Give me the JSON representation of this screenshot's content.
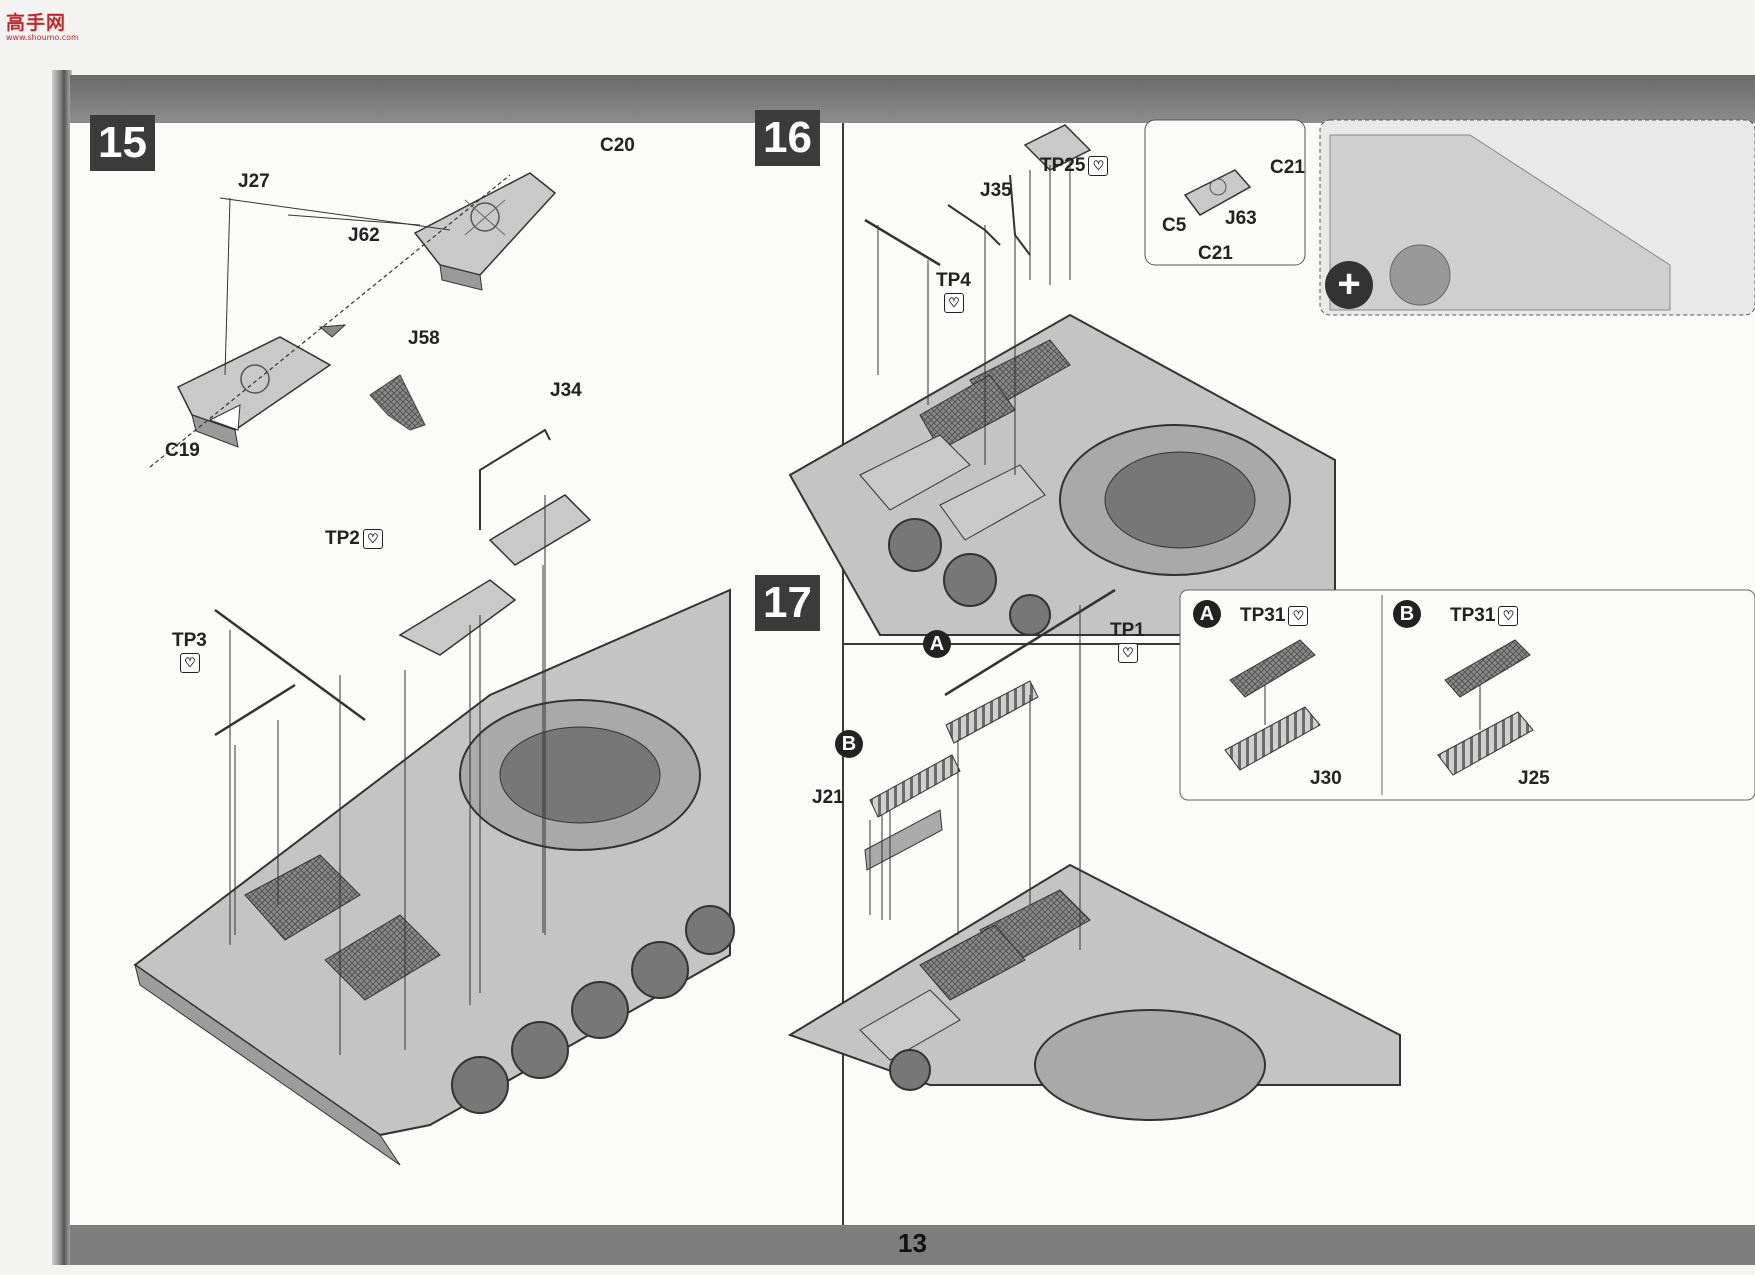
{
  "watermark": {
    "title": "高手网",
    "url": "www.shoumo.com"
  },
  "page_number": "13",
  "steps": [
    {
      "number": "15",
      "labels": [
        "C20",
        "J27",
        "J62",
        "J58",
        "C19",
        "J34",
        "TP2",
        "TP3"
      ]
    },
    {
      "number": "16",
      "labels": [
        "TP25",
        "J35",
        "J63",
        "TP4",
        "C21",
        "C5",
        "C21"
      ]
    },
    {
      "number": "17",
      "labels": [
        "TP1",
        "J21",
        "TP31",
        "J30",
        "TP31",
        "J25"
      ],
      "variants": [
        "A",
        "B"
      ]
    }
  ],
  "icons": {
    "decal": "broken-heart-icon",
    "zoom": "magnify-plus-icon",
    "arrow": "direction-arrow-icon"
  },
  "colors": {
    "bar": "#7d7d7d",
    "step_badge": "#3b3b3b",
    "watermark": "#c0282d"
  }
}
